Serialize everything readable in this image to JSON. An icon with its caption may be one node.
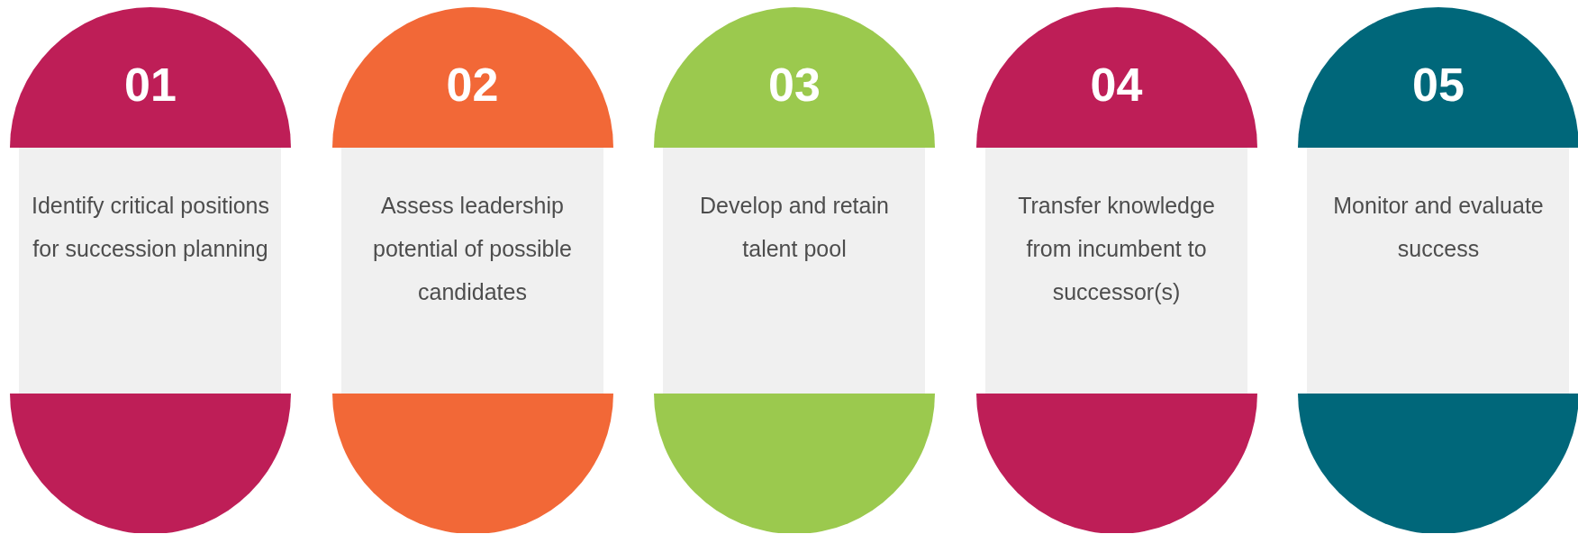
{
  "diagram": {
    "nodes": [
      {
        "text": [
          "01",
          "Identify critical positions for succession planning"
        ]
      },
      {
        "text": [
          "02",
          "Assess leadership potential of possible candidates"
        ]
      },
      {
        "text": [
          "03",
          "Develop and retain talent pool"
        ]
      },
      {
        "text": [
          "04",
          "Transfer knowledge from incumbent to successor(s)"
        ]
      },
      {
        "text": [
          "05",
          "Monitor and evaluate success"
        ]
      }
    ]
  }
}
